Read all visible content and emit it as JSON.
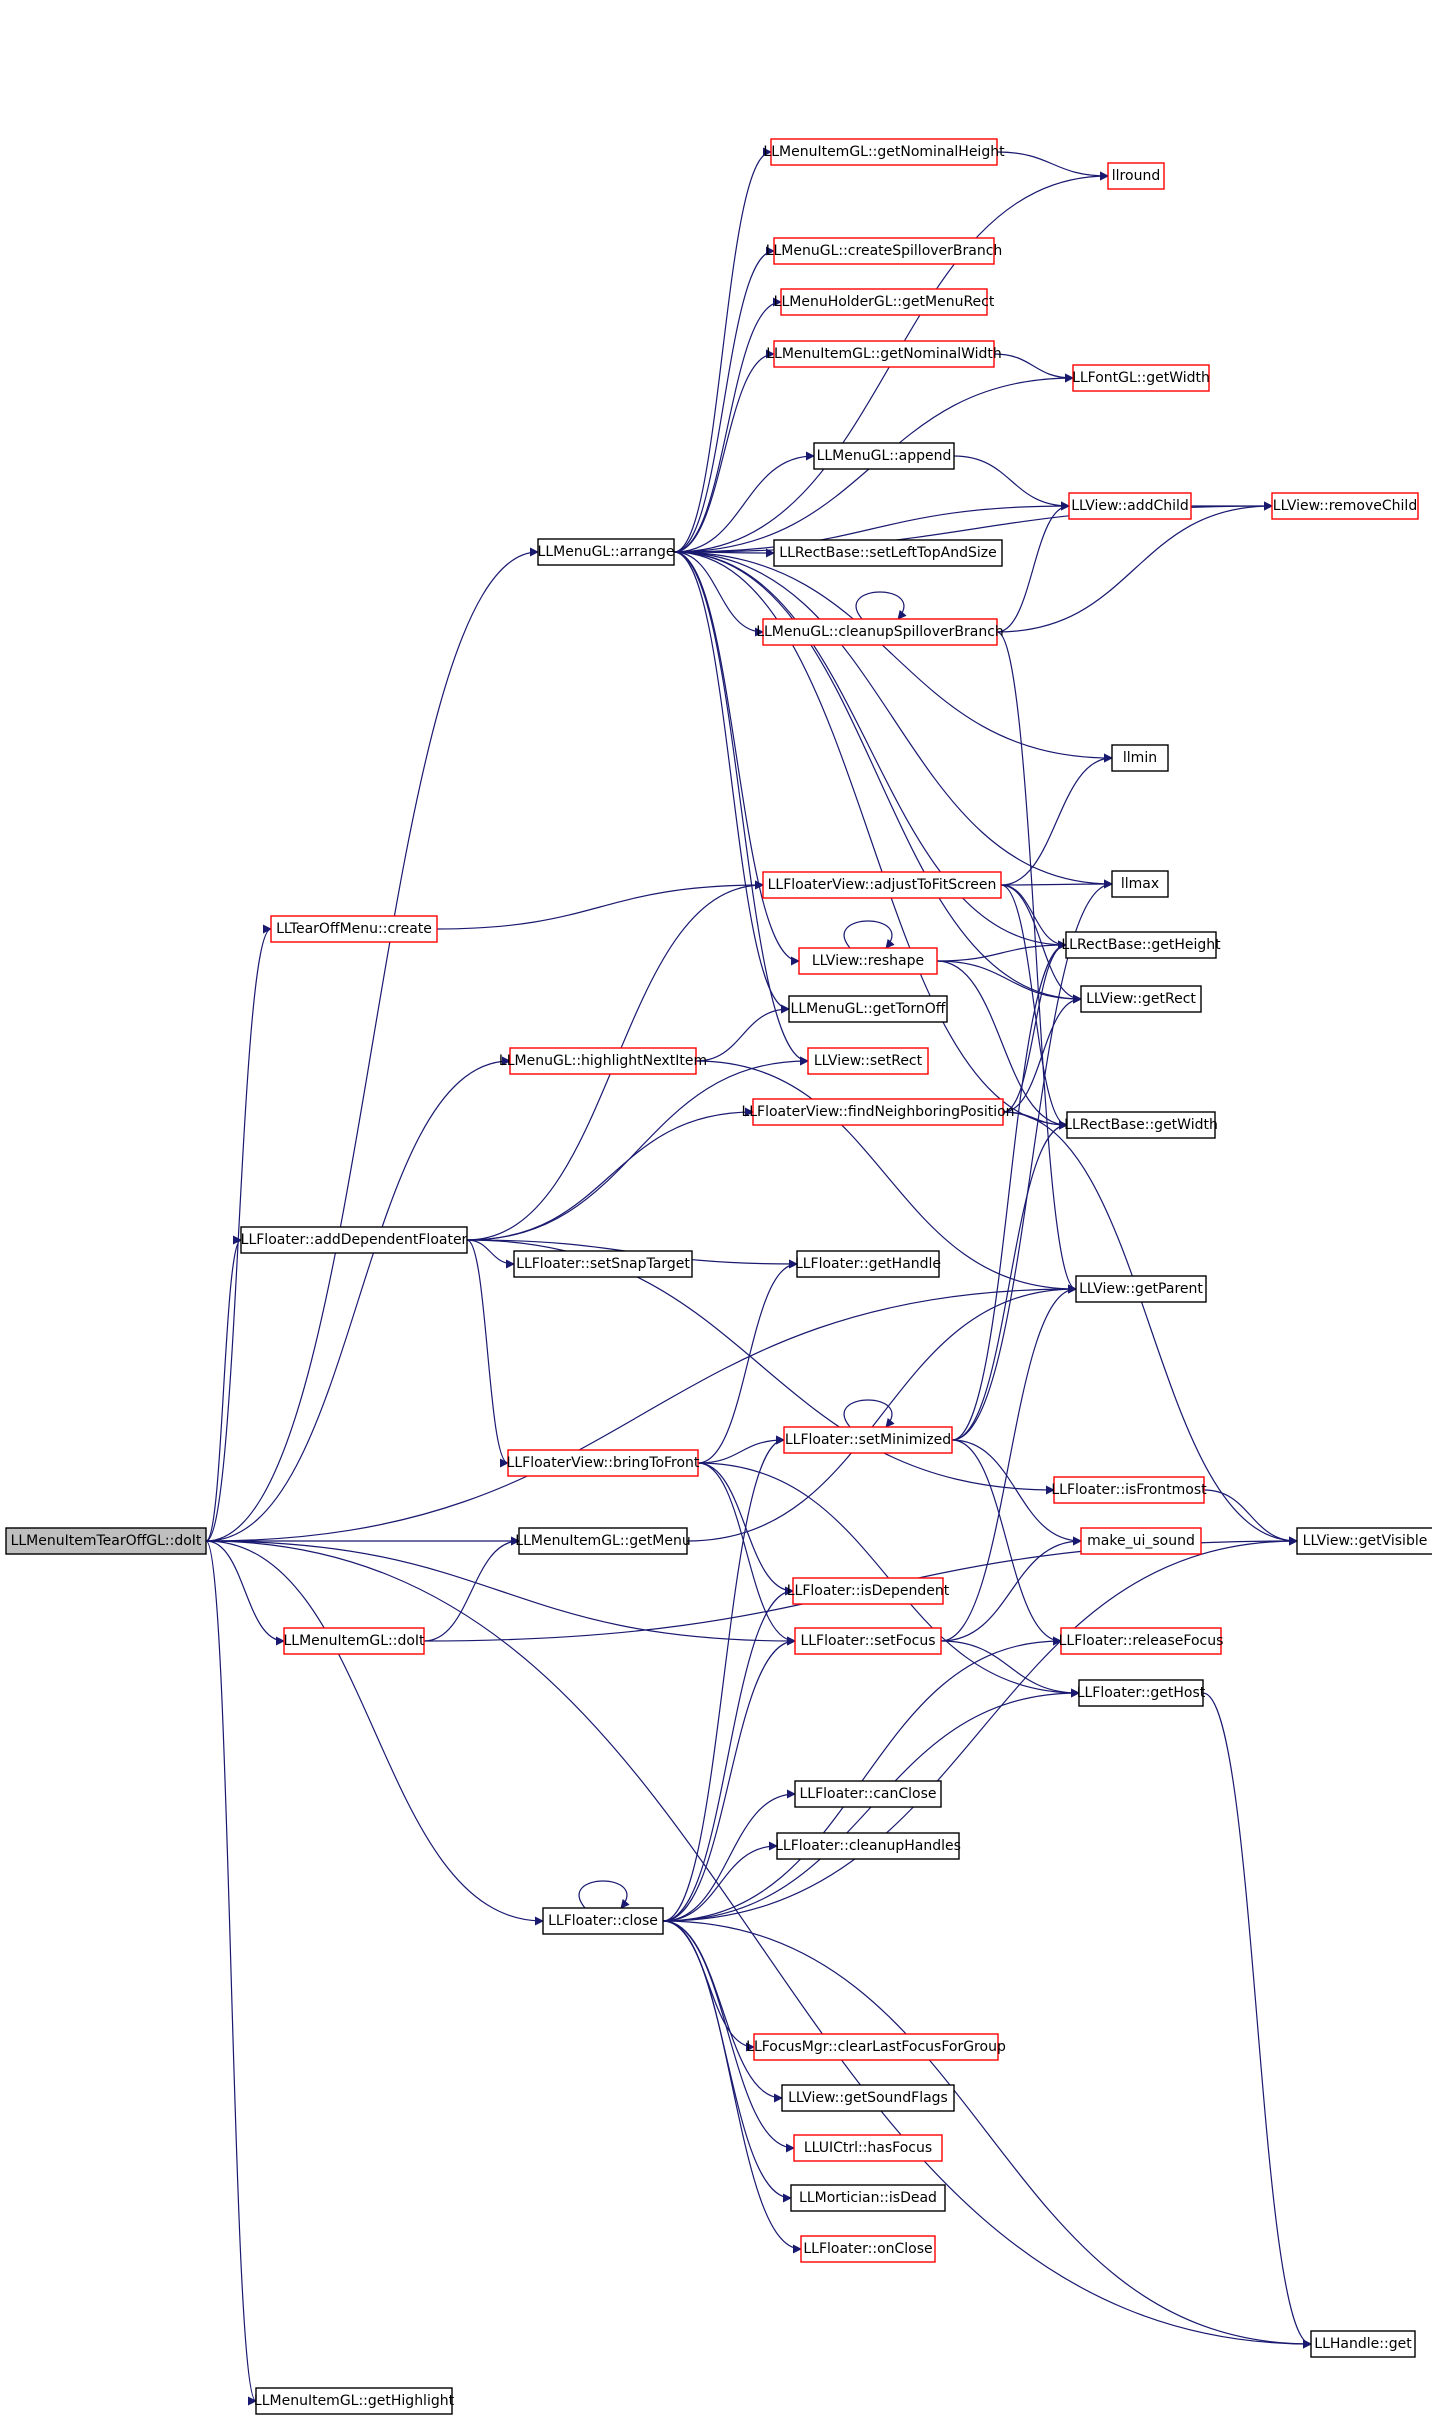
{
  "diagram": {
    "type": "call-graph",
    "edge_color": "#191970",
    "root": "LLMenuItemTearOffGL::doIt",
    "nodes": [
      {
        "id": "root",
        "label": "LLMenuItemTearOffGL::doIt",
        "style": "root"
      },
      {
        "id": "arrange",
        "label": "LLMenuGL::arrange",
        "style": "black"
      },
      {
        "id": "getNominalHeight",
        "label": "LLMenuItemGL::getNominalHeight",
        "style": "red"
      },
      {
        "id": "llround",
        "label": "llround",
        "style": "red"
      },
      {
        "id": "createSpillover",
        "label": "LLMenuGL::createSpilloverBranch",
        "style": "red"
      },
      {
        "id": "getMenuRect",
        "label": "LLMenuHolderGL::getMenuRect",
        "style": "red"
      },
      {
        "id": "getNominalWidth",
        "label": "LLMenuItemGL::getNominalWidth",
        "style": "red"
      },
      {
        "id": "fontGetWidth",
        "label": "LLFontGL::getWidth",
        "style": "red"
      },
      {
        "id": "append",
        "label": "LLMenuGL::append",
        "style": "black"
      },
      {
        "id": "addChild",
        "label": "LLView::addChild",
        "style": "red"
      },
      {
        "id": "removeChild",
        "label": "LLView::removeChild",
        "style": "red"
      },
      {
        "id": "setLeftTopAndSize",
        "label": "LLRectBase::setLeftTopAndSize",
        "style": "black"
      },
      {
        "id": "cleanupSpillover",
        "label": "LLMenuGL::cleanupSpilloverBranch",
        "style": "red"
      },
      {
        "id": "llmin",
        "label": "llmin",
        "style": "black"
      },
      {
        "id": "llmax",
        "label": "llmax",
        "style": "black"
      },
      {
        "id": "tearOffCreate",
        "label": "LLTearOffMenu::create",
        "style": "red"
      },
      {
        "id": "adjustToFit",
        "label": "LLFloaterView::adjustToFitScreen",
        "style": "red"
      },
      {
        "id": "rectGetHeight",
        "label": "LLRectBase::getHeight",
        "style": "black"
      },
      {
        "id": "reshape",
        "label": "LLView::reshape",
        "style": "red"
      },
      {
        "id": "getRect",
        "label": "LLView::getRect",
        "style": "black"
      },
      {
        "id": "getTornOff",
        "label": "LLMenuGL::getTornOff",
        "style": "black"
      },
      {
        "id": "highlightNext",
        "label": "LLMenuGL::highlightNextItem",
        "style": "red"
      },
      {
        "id": "setRect",
        "label": "LLView::setRect",
        "style": "red"
      },
      {
        "id": "findNeighboring",
        "label": "LLFloaterView::findNeighboringPosition",
        "style": "red"
      },
      {
        "id": "rectGetWidth",
        "label": "LLRectBase::getWidth",
        "style": "black"
      },
      {
        "id": "addDependent",
        "label": "LLFloater::addDependentFloater",
        "style": "black"
      },
      {
        "id": "setSnapTarget",
        "label": "LLFloater::setSnapTarget",
        "style": "black"
      },
      {
        "id": "getHandle",
        "label": "LLFloater::getHandle",
        "style": "black"
      },
      {
        "id": "getParent",
        "label": "LLView::getParent",
        "style": "black"
      },
      {
        "id": "bringToFront",
        "label": "LLFloaterView::bringToFront",
        "style": "red"
      },
      {
        "id": "setMinimized",
        "label": "LLFloater::setMinimized",
        "style": "red"
      },
      {
        "id": "isFrontmost",
        "label": "LLFloater::isFrontmost",
        "style": "red"
      },
      {
        "id": "getMenu",
        "label": "LLMenuItemGL::getMenu",
        "style": "black"
      },
      {
        "id": "makeUiSound",
        "label": "make_ui_sound",
        "style": "red"
      },
      {
        "id": "getVisible",
        "label": "LLView::getVisible",
        "style": "black"
      },
      {
        "id": "isDependent",
        "label": "LLFloater::isDependent",
        "style": "red"
      },
      {
        "id": "itemDoIt",
        "label": "LLMenuItemGL::doIt",
        "style": "red"
      },
      {
        "id": "setFocus",
        "label": "LLFloater::setFocus",
        "style": "red"
      },
      {
        "id": "releaseFocus",
        "label": "LLFloater::releaseFocus",
        "style": "red"
      },
      {
        "id": "getHost",
        "label": "LLFloater::getHost",
        "style": "black"
      },
      {
        "id": "canClose",
        "label": "LLFloater::canClose",
        "style": "black"
      },
      {
        "id": "cleanupHandles",
        "label": "LLFloater::cleanupHandles",
        "style": "black"
      },
      {
        "id": "close",
        "label": "LLFloater::close",
        "style": "black"
      },
      {
        "id": "clearLastFocus",
        "label": "LLFocusMgr::clearLastFocusForGroup",
        "style": "red"
      },
      {
        "id": "getSoundFlags",
        "label": "LLView::getSoundFlags",
        "style": "black"
      },
      {
        "id": "hasFocus",
        "label": "LLUICtrl::hasFocus",
        "style": "red"
      },
      {
        "id": "isDead",
        "label": "LLMortician::isDead",
        "style": "black"
      },
      {
        "id": "onClose",
        "label": "LLFloater::onClose",
        "style": "red"
      },
      {
        "id": "handleGet",
        "label": "LLHandle::get",
        "style": "black"
      },
      {
        "id": "getHighlight",
        "label": "LLMenuItemGL::getHighlight",
        "style": "black"
      }
    ],
    "edges": [
      [
        "root",
        "arrange"
      ],
      [
        "root",
        "tearOffCreate"
      ],
      [
        "root",
        "highlightNext"
      ],
      [
        "root",
        "addDependent"
      ],
      [
        "root",
        "getParent"
      ],
      [
        "root",
        "getMenu"
      ],
      [
        "root",
        "itemDoIt"
      ],
      [
        "root",
        "setFocus"
      ],
      [
        "root",
        "close"
      ],
      [
        "root",
        "handleGet"
      ],
      [
        "root",
        "getHighlight"
      ],
      [
        "arrange",
        "getNominalHeight"
      ],
      [
        "arrange",
        "llround"
      ],
      [
        "arrange",
        "createSpillover"
      ],
      [
        "arrange",
        "getMenuRect"
      ],
      [
        "arrange",
        "getNominalWidth"
      ],
      [
        "arrange",
        "fontGetWidth"
      ],
      [
        "arrange",
        "append"
      ],
      [
        "arrange",
        "addChild"
      ],
      [
        "arrange",
        "removeChild"
      ],
      [
        "arrange",
        "setLeftTopAndSize"
      ],
      [
        "arrange",
        "cleanupSpillover"
      ],
      [
        "arrange",
        "llmin"
      ],
      [
        "arrange",
        "llmax"
      ],
      [
        "arrange",
        "rectGetHeight"
      ],
      [
        "arrange",
        "reshape"
      ],
      [
        "arrange",
        "getRect"
      ],
      [
        "arrange",
        "getTornOff"
      ],
      [
        "arrange",
        "setRect"
      ],
      [
        "arrange",
        "rectGetWidth"
      ],
      [
        "getNominalHeight",
        "llround"
      ],
      [
        "getNominalWidth",
        "fontGetWidth"
      ],
      [
        "append",
        "addChild"
      ],
      [
        "addChild",
        "removeChild"
      ],
      [
        "cleanupSpillover",
        "addChild"
      ],
      [
        "cleanupSpillover",
        "removeChild"
      ],
      [
        "cleanupSpillover",
        "cleanupSpillover"
      ],
      [
        "cleanupSpillover",
        "getParent"
      ],
      [
        "tearOffCreate",
        "adjustToFit"
      ],
      [
        "adjustToFit",
        "llmin"
      ],
      [
        "adjustToFit",
        "llmax"
      ],
      [
        "adjustToFit",
        "rectGetHeight"
      ],
      [
        "adjustToFit",
        "getRect"
      ],
      [
        "adjustToFit",
        "rectGetWidth"
      ],
      [
        "reshape",
        "reshape"
      ],
      [
        "reshape",
        "rectGetHeight"
      ],
      [
        "reshape",
        "getRect"
      ],
      [
        "reshape",
        "rectGetWidth"
      ],
      [
        "highlightNext",
        "getTornOff"
      ],
      [
        "highlightNext",
        "getParent"
      ],
      [
        "findNeighboring",
        "rectGetHeight"
      ],
      [
        "findNeighboring",
        "getRect"
      ],
      [
        "findNeighboring",
        "rectGetWidth"
      ],
      [
        "findNeighboring",
        "getVisible"
      ],
      [
        "addDependent",
        "adjustToFit"
      ],
      [
        "addDependent",
        "setRect"
      ],
      [
        "addDependent",
        "findNeighboring"
      ],
      [
        "addDependent",
        "setSnapTarget"
      ],
      [
        "addDependent",
        "getHandle"
      ],
      [
        "addDependent",
        "bringToFront"
      ],
      [
        "addDependent",
        "isFrontmost"
      ],
      [
        "bringToFront",
        "getHandle"
      ],
      [
        "bringToFront",
        "setMinimized"
      ],
      [
        "bringToFront",
        "isDependent"
      ],
      [
        "bringToFront",
        "setFocus"
      ],
      [
        "bringToFront",
        "getHost"
      ],
      [
        "setMinimized",
        "setMinimized"
      ],
      [
        "setMinimized",
        "llmax"
      ],
      [
        "setMinimized",
        "rectGetHeight"
      ],
      [
        "setMinimized",
        "rectGetWidth"
      ],
      [
        "setMinimized",
        "makeUiSound"
      ],
      [
        "setMinimized",
        "releaseFocus"
      ],
      [
        "isFrontmost",
        "getVisible"
      ],
      [
        "getMenu",
        "getParent"
      ],
      [
        "itemDoIt",
        "getMenu"
      ],
      [
        "itemDoIt",
        "getVisible"
      ],
      [
        "setFocus",
        "getParent"
      ],
      [
        "setFocus",
        "makeUiSound"
      ],
      [
        "setFocus",
        "getHost"
      ],
      [
        "getHost",
        "handleGet"
      ],
      [
        "close",
        "close"
      ],
      [
        "close",
        "isDependent"
      ],
      [
        "close",
        "setFocus"
      ],
      [
        "close",
        "setMinimized"
      ],
      [
        "close",
        "releaseFocus"
      ],
      [
        "close",
        "getHost"
      ],
      [
        "close",
        "getVisible"
      ],
      [
        "close",
        "canClose"
      ],
      [
        "close",
        "cleanupHandles"
      ],
      [
        "close",
        "clearLastFocus"
      ],
      [
        "close",
        "getSoundFlags"
      ],
      [
        "close",
        "hasFocus"
      ],
      [
        "close",
        "isDead"
      ],
      [
        "close",
        "onClose"
      ],
      [
        "close",
        "handleGet"
      ]
    ]
  }
}
